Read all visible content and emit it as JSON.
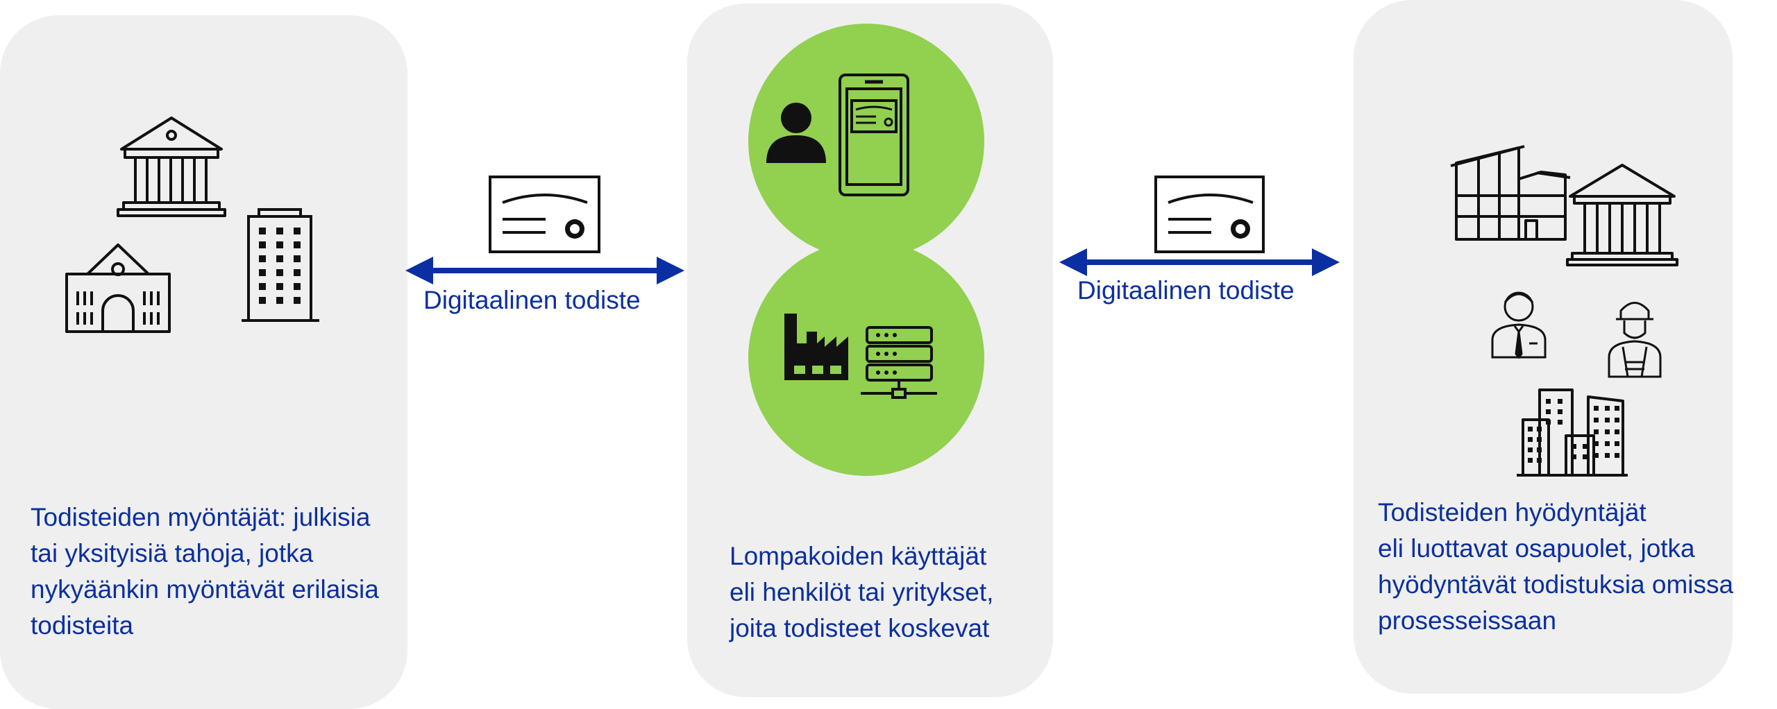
{
  "issuers": {
    "description_lines": [
      "Todisteiden myöntäjät: julkisia",
      "tai yksityisiä tahoja, jotka",
      "nykyäänkin myöntävät erilaisia",
      "todisteita"
    ],
    "icons": [
      "government-building-icon",
      "school-building-icon",
      "office-tower-icon"
    ]
  },
  "wallet_users": {
    "description_lines": [
      "Lompakoiden käyttäjät",
      "eli henkilöt tai yritykset,",
      "joita todisteet koskevat"
    ],
    "icons": [
      "person-icon",
      "mobile-wallet-icon",
      "factory-icon",
      "server-icon"
    ]
  },
  "verifiers": {
    "description_lines": [
      "Todisteiden hyödyntäjät",
      "eli luottavat osapuolet, jotka",
      "hyödyntävät todistuksia omissa",
      "prosesseissaan"
    ],
    "icons": [
      "industrial-building-icon",
      "government-building-icon",
      "businessman-icon",
      "engineer-icon",
      "city-buildings-icon"
    ]
  },
  "flows": [
    {
      "label": "Digitaalinen todiste",
      "icon": "certificate-icon",
      "direction": "bidirectional"
    },
    {
      "label": "Digitaalinen todiste",
      "icon": "certificate-icon",
      "direction": "bidirectional"
    }
  ],
  "colors": {
    "text_blue": "#0b2f9f",
    "arrow_blue": "#0a2fa3",
    "panel_gray": "#efefef",
    "circle_green": "#92d050",
    "icon_black": "#111111"
  }
}
